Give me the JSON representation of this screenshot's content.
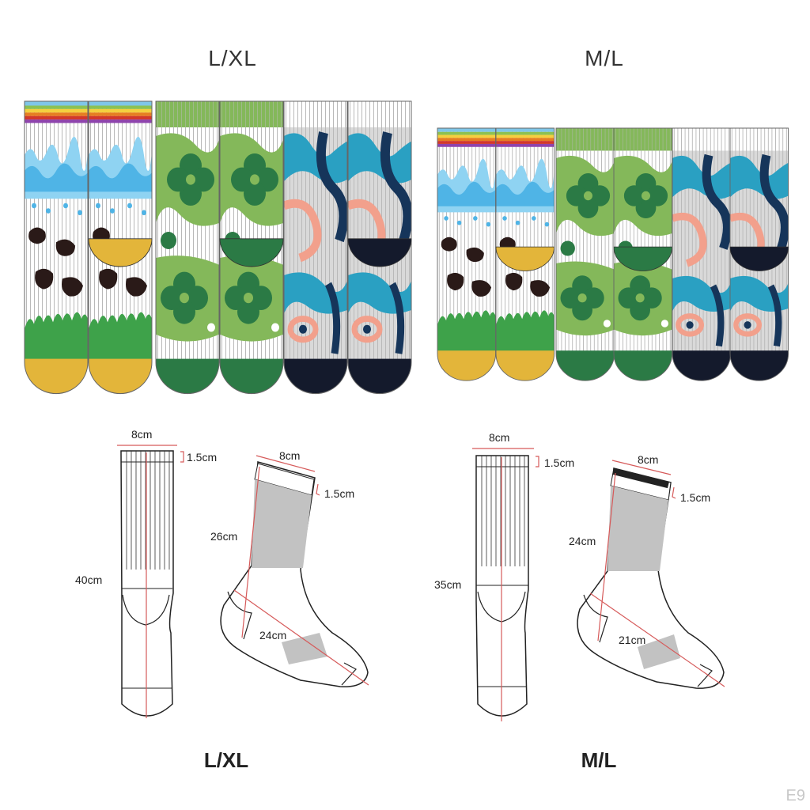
{
  "top_labels": {
    "left": "L/XL",
    "right": "M/L"
  },
  "bottom_labels": {
    "left": "L/XL",
    "right": "M/L"
  },
  "designs": [
    "rainbow-cow-sock-pair",
    "clover-sock-pair",
    "abstract-wave-sock-pair"
  ],
  "colors": {
    "mustard": "#e3b53a",
    "cow_black": "#2a1a18",
    "water_blue": "#6cc6ee",
    "grass_green": "#3ea24a",
    "clover_dark": "#2b7a45",
    "clover_light": "#84b85a",
    "abstract_navy": "#16355a",
    "abstract_teal": "#2aa0c2",
    "abstract_salmon": "#f2a08c",
    "toe_navy": "#141a2c",
    "sock_grey": "#bdbdbd",
    "measure_red": "#d65a5a"
  },
  "lxl": {
    "width_top": "8cm",
    "cuff_top": "1.5cm",
    "length_flat": "40cm",
    "width_side": "8cm",
    "cuff_side": "1.5cm",
    "leg_side": "26cm",
    "foot_side": "24cm"
  },
  "ml": {
    "width_top": "8cm",
    "cuff_top": "1.5cm",
    "length_flat": "35cm",
    "width_side": "8cm",
    "cuff_side": "1.5cm",
    "leg_side": "24cm",
    "foot_side": "21cm"
  },
  "watermark": "E9"
}
